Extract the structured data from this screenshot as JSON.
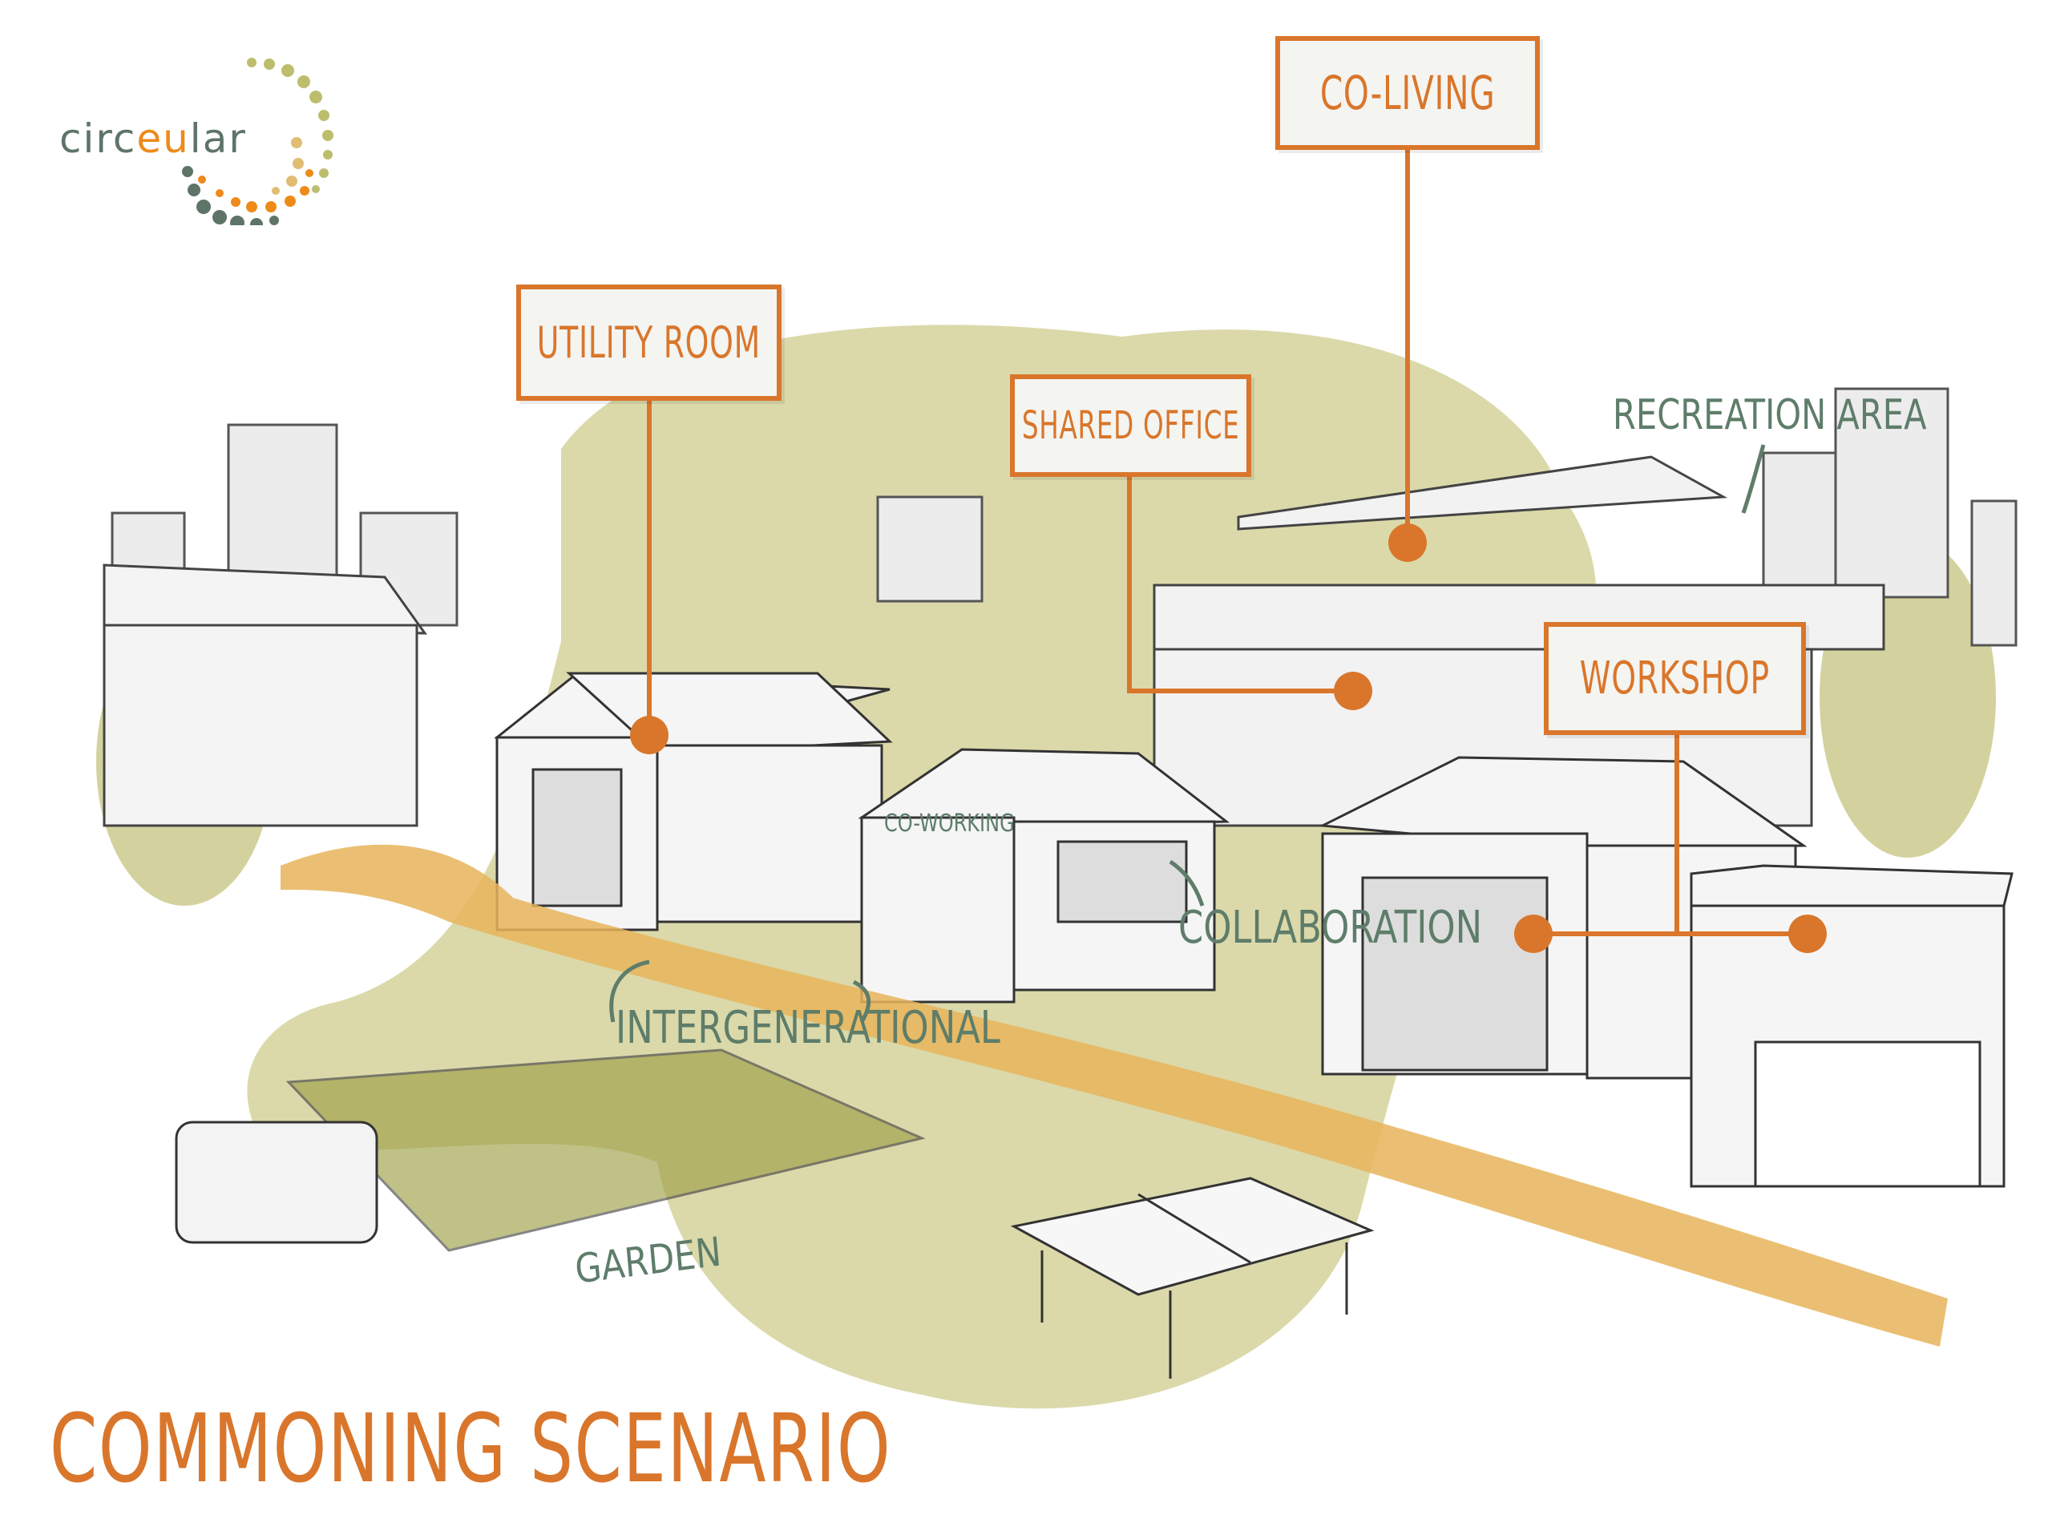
{
  "logo": {
    "text_prefix": "circ",
    "text_highlight": "eu",
    "text_suffix": "lar"
  },
  "labels": {
    "utility_room": "UTILITY ROOM",
    "co_living": "CO-LIVING",
    "shared_office": "SHARED OFFICE",
    "workshop": "WORKSHOP"
  },
  "annotations": {
    "recreation_area": "RECREATION AREA",
    "co_working": "CO-WORKING",
    "collaboration": "COLLABORATION",
    "intergenerational": "INTERGENERATIONAL",
    "garden": "GARDEN"
  },
  "title": "COMMONING SCENARIO",
  "colors": {
    "accent": "#d9762b",
    "annotation": "#5e7d6a",
    "wash": "#b9b55c",
    "path": "#e7b45a"
  }
}
